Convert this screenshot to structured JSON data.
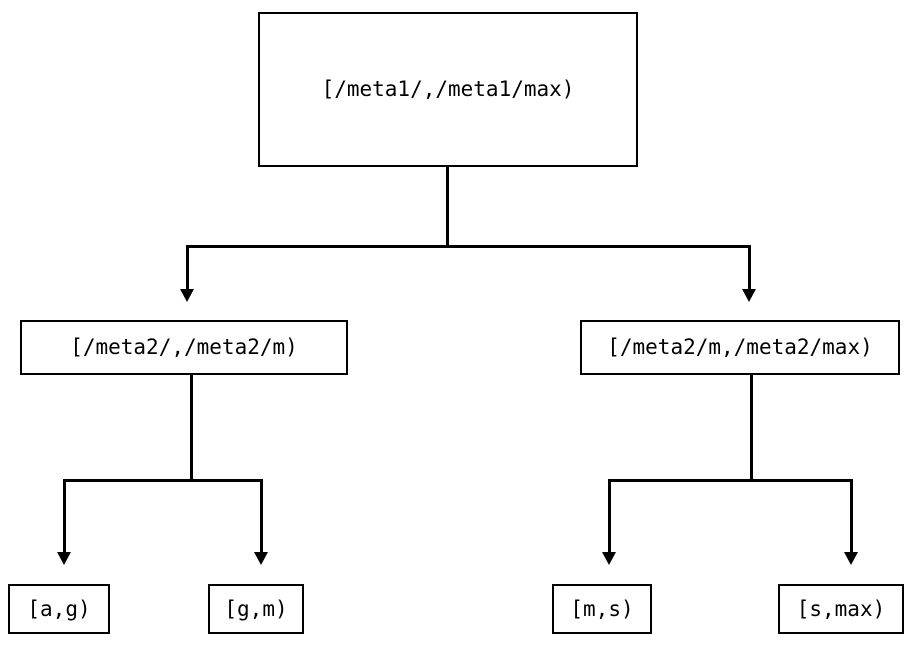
{
  "diagram": {
    "type": "binary-range-partition-tree",
    "orientation": "top-down",
    "background_color": "#ffffff",
    "line_color": "#000000",
    "text_color": "#000000",
    "root": {
      "id": "root",
      "label": "[/meta1/,/meta1/max)"
    },
    "level2": [
      {
        "id": "mid-left",
        "label": "[/meta2/,/meta2/m)"
      },
      {
        "id": "mid-right",
        "label": "[/meta2/m,/meta2/max)"
      }
    ],
    "leaves": [
      {
        "id": "leaf-a-g",
        "label": "[a,g)",
        "parent": "mid-left"
      },
      {
        "id": "leaf-g-m",
        "label": "[g,m)",
        "parent": "mid-left"
      },
      {
        "id": "leaf-m-s",
        "label": "[m,s)",
        "parent": "mid-right"
      },
      {
        "id": "leaf-s-max",
        "label": "[s,max)",
        "parent": "mid-right"
      }
    ],
    "edges": [
      {
        "from": "root",
        "to": "mid-left",
        "arrow": "down"
      },
      {
        "from": "root",
        "to": "mid-right",
        "arrow": "down"
      },
      {
        "from": "mid-left",
        "to": "leaf-a-g",
        "arrow": "down"
      },
      {
        "from": "mid-left",
        "to": "leaf-g-m",
        "arrow": "down"
      },
      {
        "from": "mid-right",
        "to": "leaf-m-s",
        "arrow": "down"
      },
      {
        "from": "mid-right",
        "to": "leaf-s-max",
        "arrow": "down"
      }
    ]
  }
}
